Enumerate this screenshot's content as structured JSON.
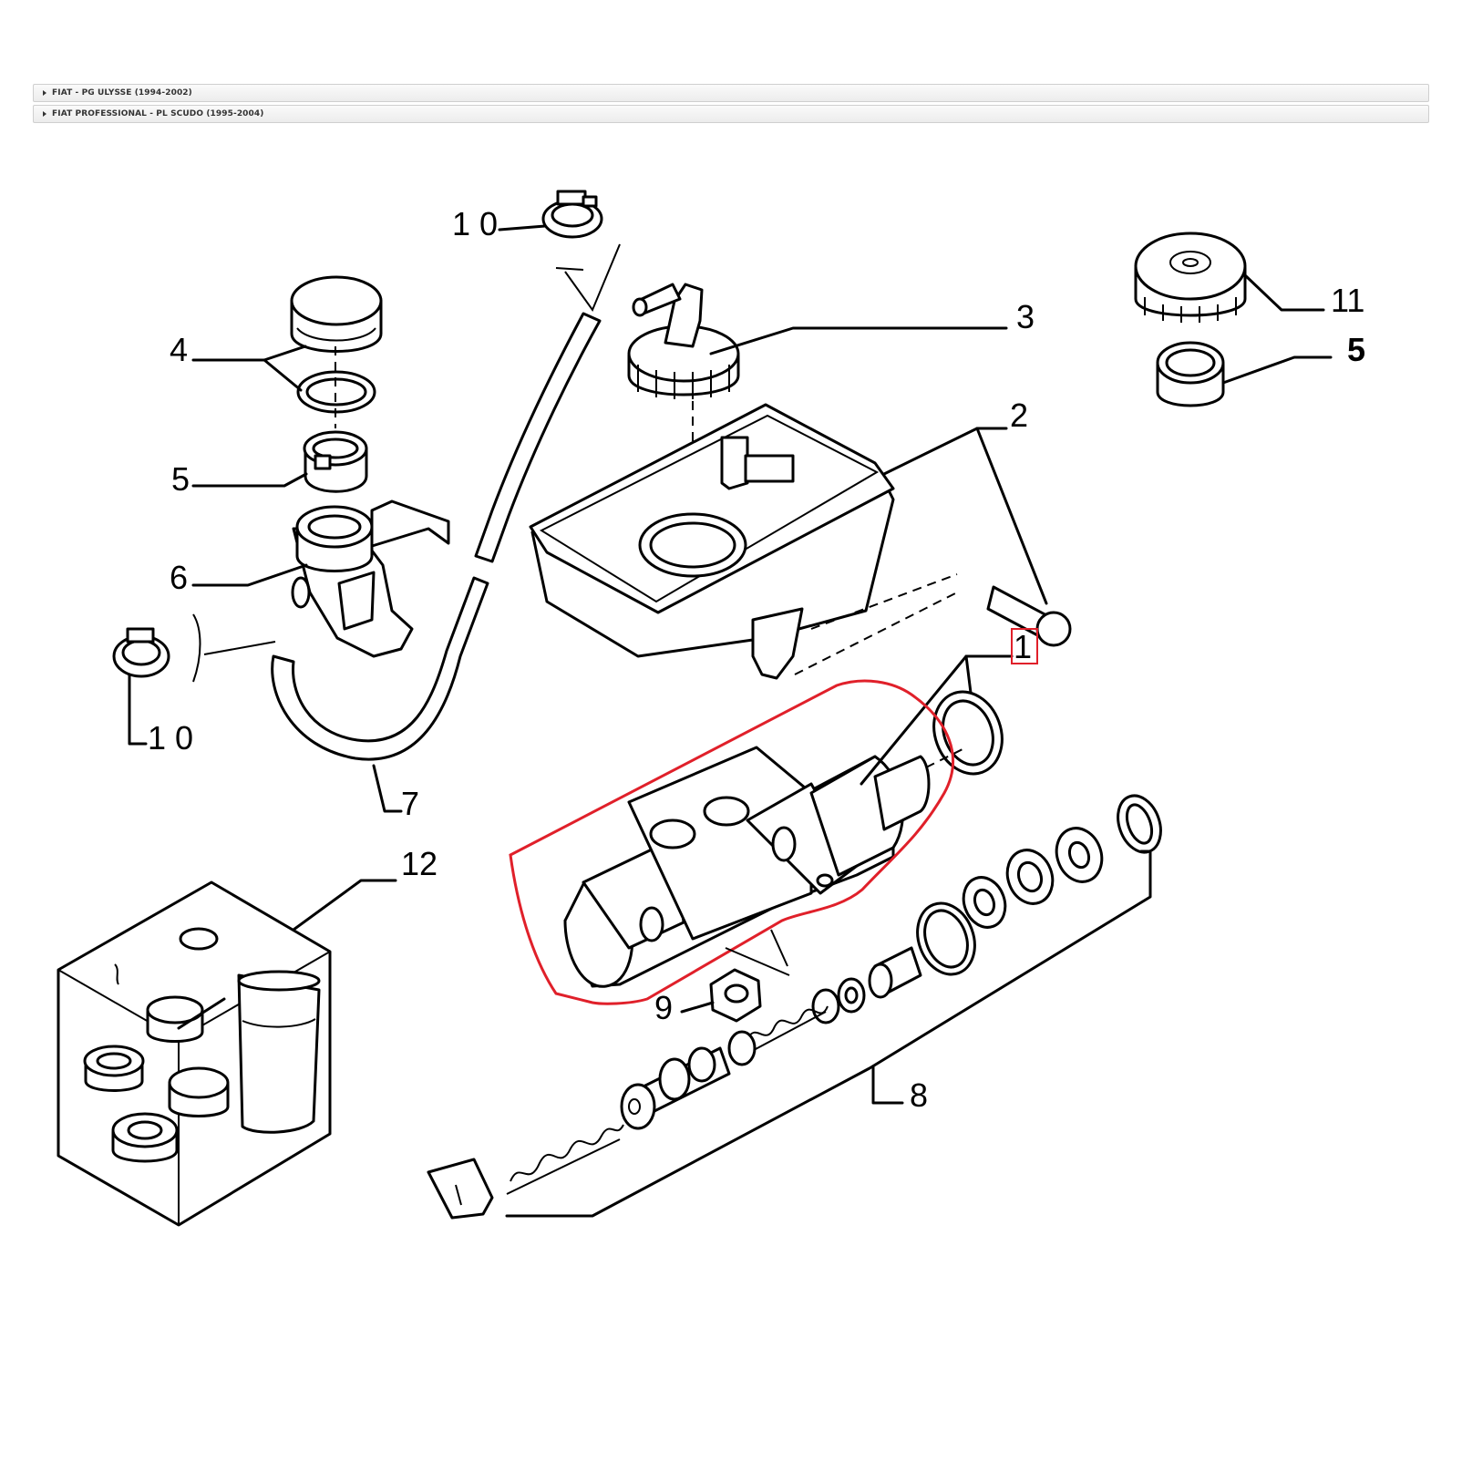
{
  "breadcrumbs": [
    {
      "label": "FIAT - PG ULYSSE (1994-2002)"
    },
    {
      "label": "FIAT PROFESSIONAL - PL SCUDO (1995-2004)"
    }
  ],
  "callouts": {
    "c1": "1",
    "c2": "2",
    "c3": "3",
    "c4": "4",
    "c5a": "5",
    "c5b": "5",
    "c6": "6",
    "c7": "7",
    "c8": "8",
    "c9": "9",
    "c10a": "1 0",
    "c10b": "1 0",
    "c11": "11",
    "c12": "12"
  },
  "highlight": {
    "color": "#e0202a",
    "part": "1"
  }
}
